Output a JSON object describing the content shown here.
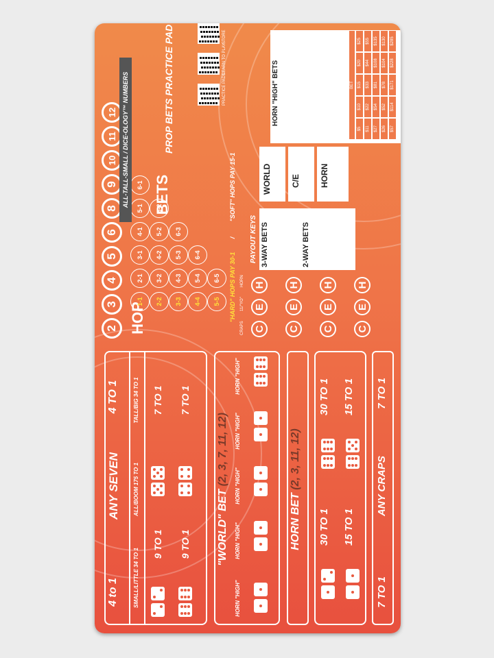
{
  "title": "PROP BETS PRACTICE PAD",
  "banner": "ALL-TALL-SMALL / DICE-OLOGY™ NUMBERS",
  "numbers": [
    "2",
    "3",
    "4",
    "5",
    "6",
    "8",
    "9",
    "10",
    "11",
    "12"
  ],
  "hop_title": "HOP",
  "bets_title": "BETS",
  "hops": [
    [
      "1-1",
      "2-1",
      "3-1",
      "4-1",
      "5-1",
      "6-1"
    ],
    [
      "2-2",
      "3-2",
      "4-2",
      "5-2",
      "6-2"
    ],
    [
      "3-3",
      "4-3",
      "5-3",
      "6-3"
    ],
    [
      "4-4",
      "5-4",
      "6-4"
    ],
    [
      "5-5",
      "6-5"
    ]
  ],
  "hard_hops": "\"HARD\" HOPS PAY 30-1",
  "soft_hops": "\"SOFT\" HOPS PAY 15-1",
  "slash": "/",
  "ceh_labels": [
    "CRAPS",
    "11/\"YO\"",
    "HORN"
  ],
  "ceh_letters": [
    "C",
    "E",
    "H"
  ],
  "payout_keys": "PAYOUT KEYS",
  "three_way": "3-WAY BETS",
  "two_way": "2-WAY BETS",
  "world": "WORLD",
  "ce": "C/E",
  "horn": "HORN",
  "horn_high_title": "HORN \"HIGH\" BETS",
  "bets": {
    "four_to_one": "4 to 1",
    "any_seven": "ANY SEVEN",
    "any_seven_pay": "4 TO 1",
    "small_little": "SMALL/LITTLE 34 TO 1",
    "all_boom": "ALL/BOOM 175 TO 1",
    "tall_big": "TALL/BIG 34 TO 1",
    "nine_to_one": "9 TO 1",
    "seven_to_one": "7 TO 1",
    "world_bet": "\"WORLD\" BET",
    "world_numbers": "(2, 3, 7, 11, 12)",
    "horn_high": "HORN \"HIGH\"",
    "horn_bet": "HORN BET",
    "horn_numbers": "(2, 3, 11, 12)",
    "thirty_to_one": "30 TO 1",
    "fifteen_to_one": "15 TO 1",
    "any_craps": "ANY CRAPS",
    "any_craps_pay": "7 TO 1"
  },
  "table_rows": [
    [
      "$5",
      "$11",
      "$27",
      "$26",
      "$57"
    ],
    [
      "$10",
      "$22",
      "$54",
      "$52",
      "$114"
    ],
    [
      "$15",
      "$33",
      "$81",
      "$78",
      "$171"
    ],
    [
      "$20",
      "$44",
      "$108",
      "$104",
      "$228"
    ],
    [
      "$25",
      "$55",
      "$135",
      "$130",
      "$285"
    ]
  ],
  "table_header": "BET",
  "qr_labels": [
    "PRACTICE PADS",
    "LEARN TO PLAY",
    "STORE"
  ],
  "colors": {
    "mat_top": "#f08a4a",
    "mat_bottom": "#e8503e",
    "yellow": "#ffe23a",
    "banner": "#555555"
  }
}
